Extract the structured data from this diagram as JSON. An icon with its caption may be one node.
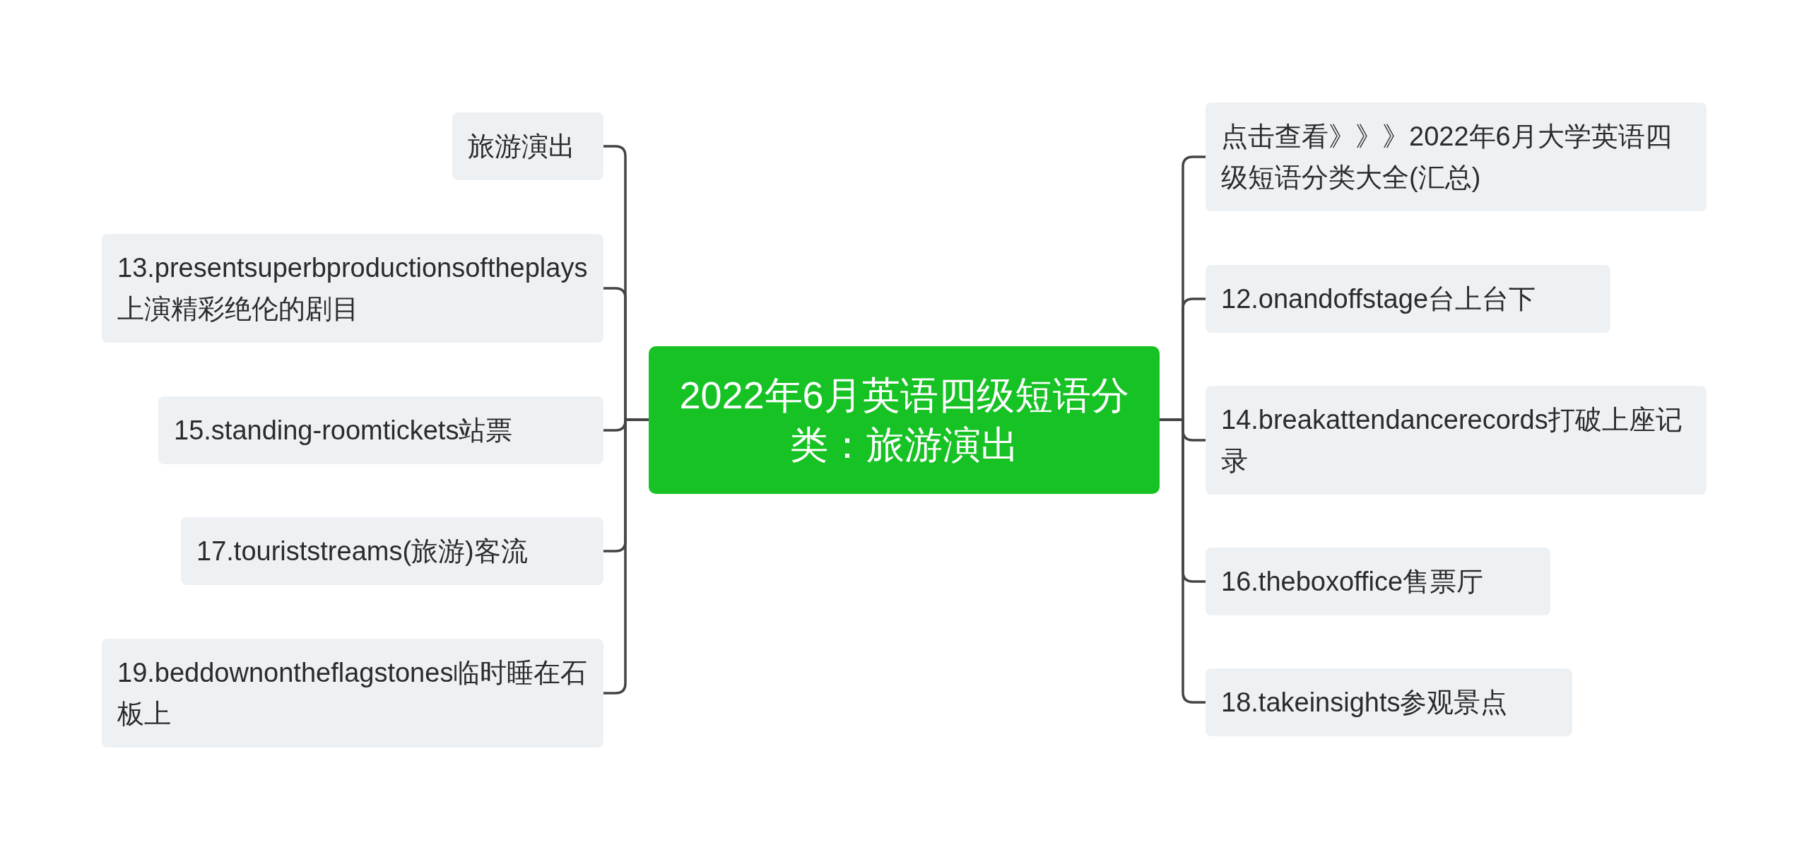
{
  "diagram": {
    "nodes": [
      {
        "text": [
          "2022年6月英语四级短语分类：旅游演出"
        ]
      },
      {
        "text": [
          "点击查看》》》2022年6月大学英语四级短语分类大全(汇总)"
        ]
      },
      {
        "text": [
          "12.onandoffstage台上台下"
        ]
      },
      {
        "text": [
          "14.breakattendancerecords打破上座记录"
        ]
      },
      {
        "text": [
          "16.theboxoffice售票厅"
        ]
      },
      {
        "text": [
          "18.takeinsights参观景点"
        ]
      },
      {
        "text": [
          "旅游演出"
        ]
      },
      {
        "text": [
          "13.presentsuperbproductionsoftheplays上演精彩绝伦的剧目"
        ]
      },
      {
        "text": [
          "15.standing-roomtickets站票"
        ]
      },
      {
        "text": [
          "17.touriststreams(旅游)客流"
        ]
      },
      {
        "text": [
          "19.beddownontheflagstones临时睡在石板上"
        ]
      }
    ],
    "edges": [
      {
        "from": 0,
        "to": 1,
        "arrow": "none"
      },
      {
        "from": 0,
        "to": 2,
        "arrow": "none"
      },
      {
        "from": 0,
        "to": 3,
        "arrow": "none"
      },
      {
        "from": 0,
        "to": 4,
        "arrow": "none"
      },
      {
        "from": 0,
        "to": 5,
        "arrow": "none"
      },
      {
        "from": 0,
        "to": 6,
        "arrow": "none"
      },
      {
        "from": 0,
        "to": 7,
        "arrow": "none"
      },
      {
        "from": 0,
        "to": 8,
        "arrow": "none"
      },
      {
        "from": 0,
        "to": 9,
        "arrow": "none"
      },
      {
        "from": 0,
        "to": 10,
        "arrow": "none"
      }
    ]
  }
}
